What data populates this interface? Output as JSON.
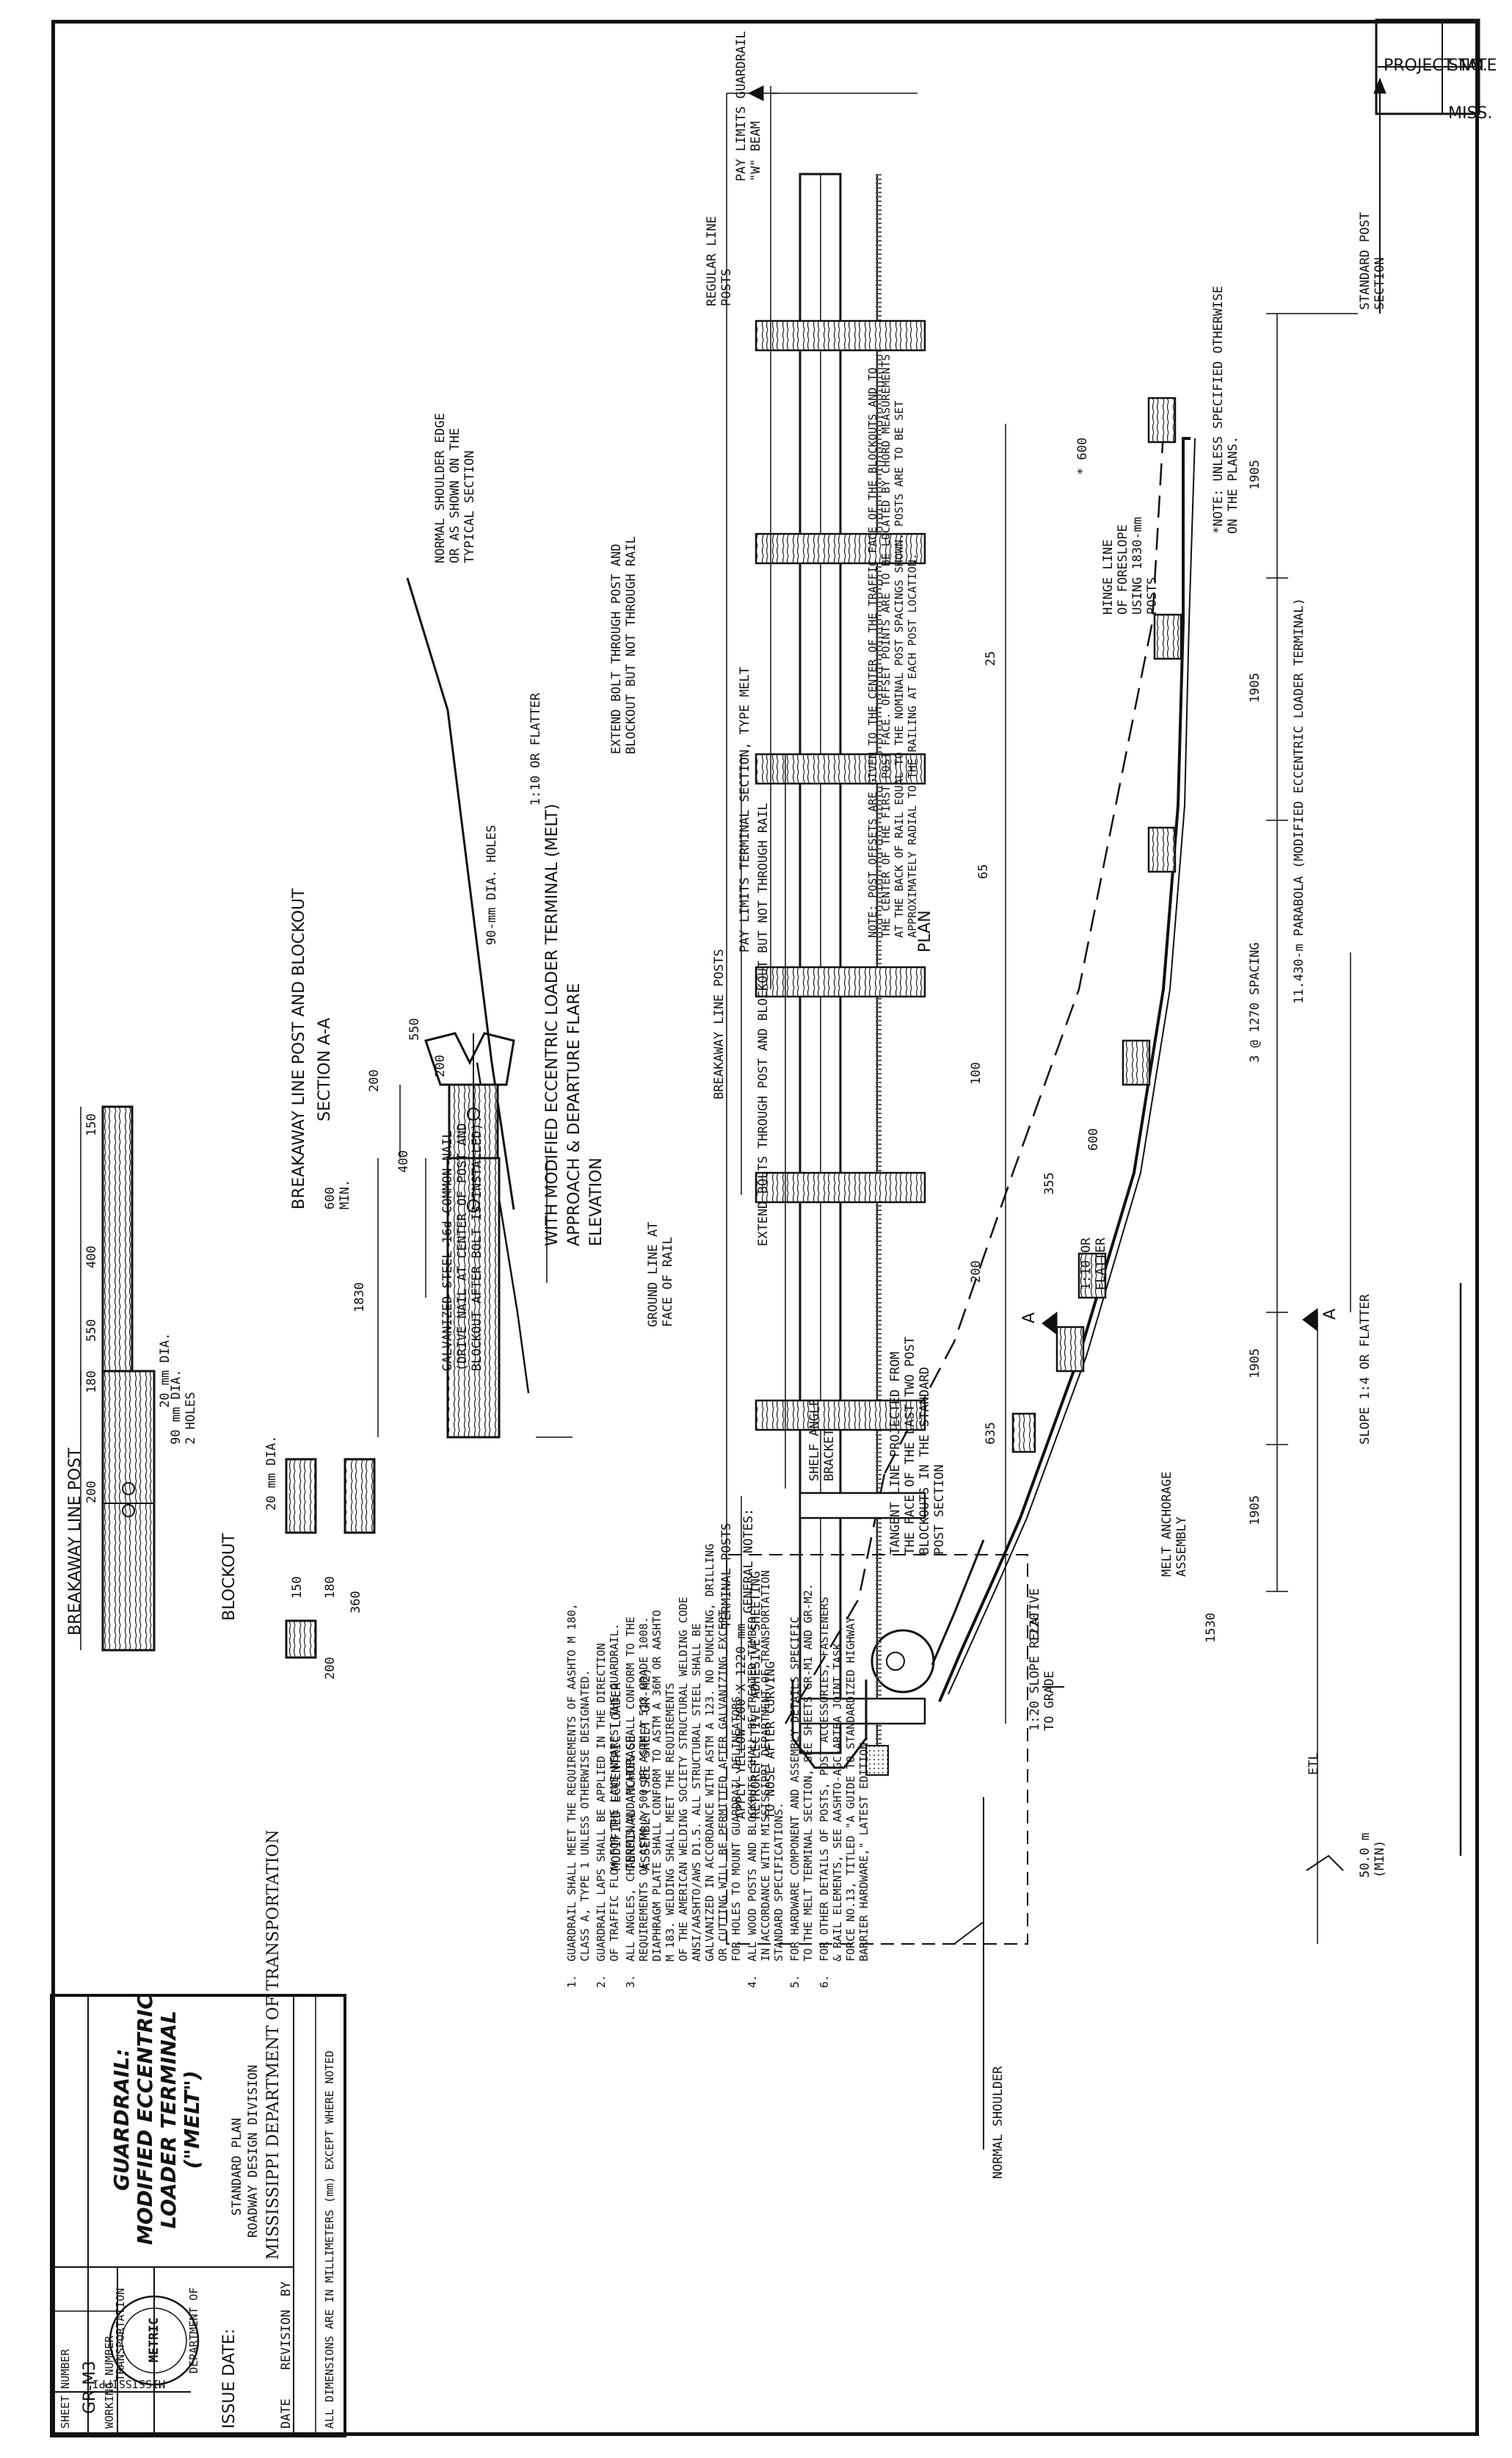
{
  "state_box": {
    "state_label": "STATE",
    "project_label": "PROJECT NO.",
    "state_value": "MISS."
  },
  "plan": {
    "title": "PLAN",
    "standard_post_section": "STANDARD POST\nSECTION",
    "note_unless": "*NOTE: UNLESS SPECIFIED OTHERWISE\nON THE PLANS.",
    "dim_600_star": "* 600",
    "hinge_line": "HINGE LINE\nOF FORESLOPE\nUSING 1830-mm\nPOSTS",
    "parabola": "11.430-m PARABOLA (MODIFIED ECCENTRIC LOADER TERMINAL)",
    "spacing": "3 @ 1270 SPACING",
    "dims_top": [
      "1905",
      "1905",
      "1905",
      "1905"
    ],
    "offsets": [
      "25",
      "65",
      "100",
      "200",
      "355",
      "635"
    ],
    "dim_600": "600",
    "dim_1220": "1220",
    "dim_1530": "1530",
    "slope_1_10": "1:10 OR\nFLATTER",
    "slope_1_4": "SLOPE 1:4 OR FLATTER",
    "slope_1_20": "1:20 SLOPE RELATIVE\nTO GRADE",
    "section_mark": "A",
    "melt_anchorage": "MELT ANCHORAGE\nASSEMBLY",
    "tangent_line": "TANGENT LINE PROJECTED FROM\nTHE FACE OF THE LAST TWO POST\nBLOCKOUTS IN THE STANDARD\nPOST SECTION",
    "note_offsets": "NOTE: POST OFFSETS ARE GIVEN TO THE CENTER OF THE TRAFFIC FACE OF THE BLOCKOUTS AND TO\nTHE CENTER OF THE FIRST POST FACE. OFFSET POINTS ARE TO BE LOCATED BY CHORD MEASUREMENTS\nAT THE BACK OF RAIL EQUAL TO THE NOMINAL POST SPACINGS SHOWN. POSTS ARE TO BE SET\nAPPROXIMATELY RADIAL TO THE RAILING AT EACH POST LOCATION.",
    "dim_50m": "50.0 m\n(MIN)",
    "etl": "ETL",
    "normal_shoulder": "NORMAL SHOULDER"
  },
  "elevation": {
    "pay_limits_w": "PAY LIMITS GUARDRAIL\n\"W\" BEAM",
    "regular_line_posts": "REGULAR LINE\nPOSTS",
    "pay_limits_melt": "PAY LIMITS TERMINAL SECTION, TYPE MELT",
    "extend_bolts": "EXTEND BOLTS THROUGH POST AND BLOCKOUT BUT NOT THROUGH RAIL",
    "breakaway_line_posts": "BREAKAWAY LINE POSTS",
    "terminal_posts": "TERMINAL POSTS",
    "ground_line": "GROUND LINE AT\nFACE OF RAIL",
    "shelf_angle": "SHELF ANGLE\nBRACKET",
    "apply_yellow": "APPLY YELLOW 200 X 1220-mm\nRETROREFLECTIVE ADHESIVE SHEETING\nTO NOSE AFTER CURVING",
    "modified_assembly": "MODIFIED ECCENTRIC LOADER\nTERMINAL ANCHORAGE\nASSEMBLY. (SEE SHEET GR-M2)",
    "title": "ELEVATION",
    "subtitle1": "APPROACH & DEPARTURE FLARE",
    "subtitle2": "WITH MODIFIED ECCENTRIC LOADER TERMINAL (MELT)"
  },
  "section_aa": {
    "normal_shoulder": "NORMAL SHOULDER EDGE\nOR AS SHOWN ON THE\nTYPICAL SECTION",
    "extend_bolt": "EXTEND BOLT THROUGH POST AND\nBLOCKOUT BUT NOT THROUGH RAIL",
    "slope": "1:10 OR FLATTER",
    "holes": "90-mm DIA. HOLES",
    "d550": "550",
    "d200a": "200",
    "d200b": "200",
    "d400": "400",
    "d600": "600\nMIN.",
    "d1830": "1830",
    "galv": "GALVANIZED STEEL 16d COMMON NAIL\n(DRIVE NAIL AT CENTER OF POST AND\nBLOCKOUT AFTER BOLT IS INSTALLED).",
    "title": "SECTION  A-A",
    "subtitle": "BREAKAWAY LINE POST AND BLOCKOUT"
  },
  "breakaway_post": {
    "d150": "150",
    "d400": "400",
    "d550": "550",
    "d180": "180",
    "d200": "200",
    "dia20": "20 mm DIA.",
    "holes": "90 mm DIA.\n2 HOLES",
    "title": "BREAKAWAY LINE POST"
  },
  "blockout": {
    "dia20": "20 mm DIA.",
    "d150": "150",
    "d180": "180",
    "d360": "360",
    "d200": "200",
    "title": "BLOCKOUT"
  },
  "general_notes": {
    "title": "GENERAL NOTES:",
    "notes": [
      "1.  GUARDRAIL SHALL MEET THE REQUIREMENTS OF AASHTO M 180,\n    CLASS A, TYPE 1 UNLESS OTHERWISE DESIGNATED.",
      "2.  GUARDRAIL LAPS SHALL BE APPLIED IN THE DIRECTION\n    OF TRAFFIC FLOW FOR THE LANE NEAREST THE GUARDRAIL.",
      "3.  ALL ANGLES, CHANNELS AND PLATES SHALL CONFORM TO THE\n    REQUIREMENTS OF ASTM A 500 OR ASTM A 513 GRADE 1008.\n    DIAPHRAGM PLATE SHALL CONFORM TO ASTM A 36M OR AASHTO\n    M 183. WELDING SHALL MEET THE REQUIREMENTS\n    OF THE AMERICAN WELDING SOCIETY STRUCTURAL WELDING CODE\n    ANSI/AASHTO/AWS D1.5. ALL STRUCTURAL STEEL SHALL BE\n    GALVANIZED IN ACCORDANCE WITH ASTM A 123. NO PUNCHING, DRILLING\n    OR CUTTING WILL BE PERMITTED AFTER GALVANIZING EXCEPT\n    FOR HOLES TO MOUNT GUARDRAIL DELINEATORS.",
      "4.  ALL WOOD POSTS AND BLOCKOUTS SHALL BE TREATED TIMBER\n    IN ACCORDANCE WITH MISSISSIPPI DEPARTMENT OF TRANSPORTATION\n    STANDARD SPECIFICATIONS.",
      "5.  FOR HARDWARE COMPONENT AND ASSEMBLY DETAILS SPECIFIC\n    TO THE MELT TERMINAL SECTION, SEE SHEETS GR-M1 AND GR-M2.",
      "6.  FOR OTHER DETAILS OF POSTS, POST ACCESSORIES, FASTENERS\n    & RAIL ELEMENTS, SEE AASHTO-AGC-ARTBA JOINT TASK\n    FORCE NO.13, TITLED \"A GUIDE TO STANDARDIZED HIGHWAY\n    BARRIER HARDWARE,\" LATEST EDITION."
    ]
  },
  "title_block": {
    "dims_note": "ALL DIMENSIONS ARE IN MILLIMETERS (mm) EXCEPT WHERE NOTED",
    "dept": "MISSISSIPPI DEPARTMENT OF TRANSPORTATION",
    "division": "ROADWAY DESIGN DIVISION",
    "plan": "STANDARD PLAN",
    "title": "GUARDRAIL:\nMODIFIED ECCENTRIC\nLOADER TERMINAL\n(\"MELT\")",
    "date_label": "DATE",
    "revision_label": "REVISION",
    "by_label": "BY",
    "issue_date": "ISSUE DATE:",
    "working_number_label": "WORKING NUMBER",
    "working_number": "GR-M3",
    "sheet_number_label": "SHEET NUMBER",
    "seal_top": "DEPARTMENT OF",
    "seal_mid": "METRIC",
    "seal_bottom": "TRANSPORTATION",
    "seal_left": "MISSISSIPPI"
  }
}
